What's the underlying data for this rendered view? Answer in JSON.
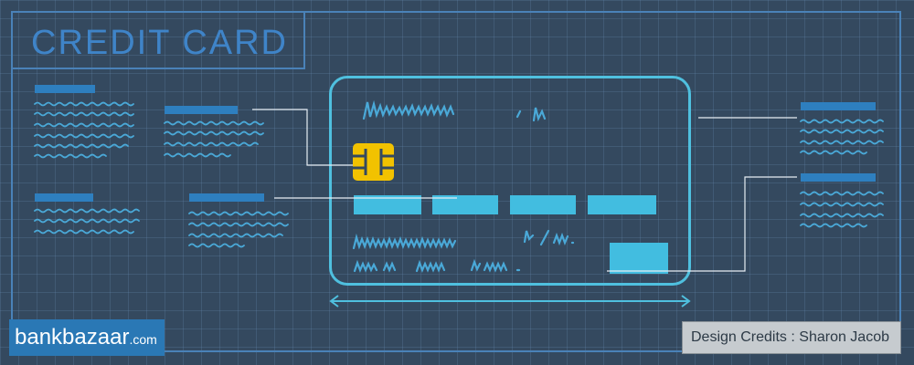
{
  "header": {
    "title": "CREDIT CARD"
  },
  "brand": {
    "name_part1": "bank",
    "name_part2": "bazaar",
    "suffix": ".com"
  },
  "footer": {
    "credits": "Design Credits : Sharon Jacob"
  },
  "colors": {
    "background": "#34495f",
    "accent_blue": "#2e7fbf",
    "card_outline": "#4fc0df",
    "chip": "#f0c000",
    "scribble": "#4aa9d8"
  },
  "icons": {
    "chip": "chip-icon",
    "arrow": "double-arrow-icon"
  }
}
